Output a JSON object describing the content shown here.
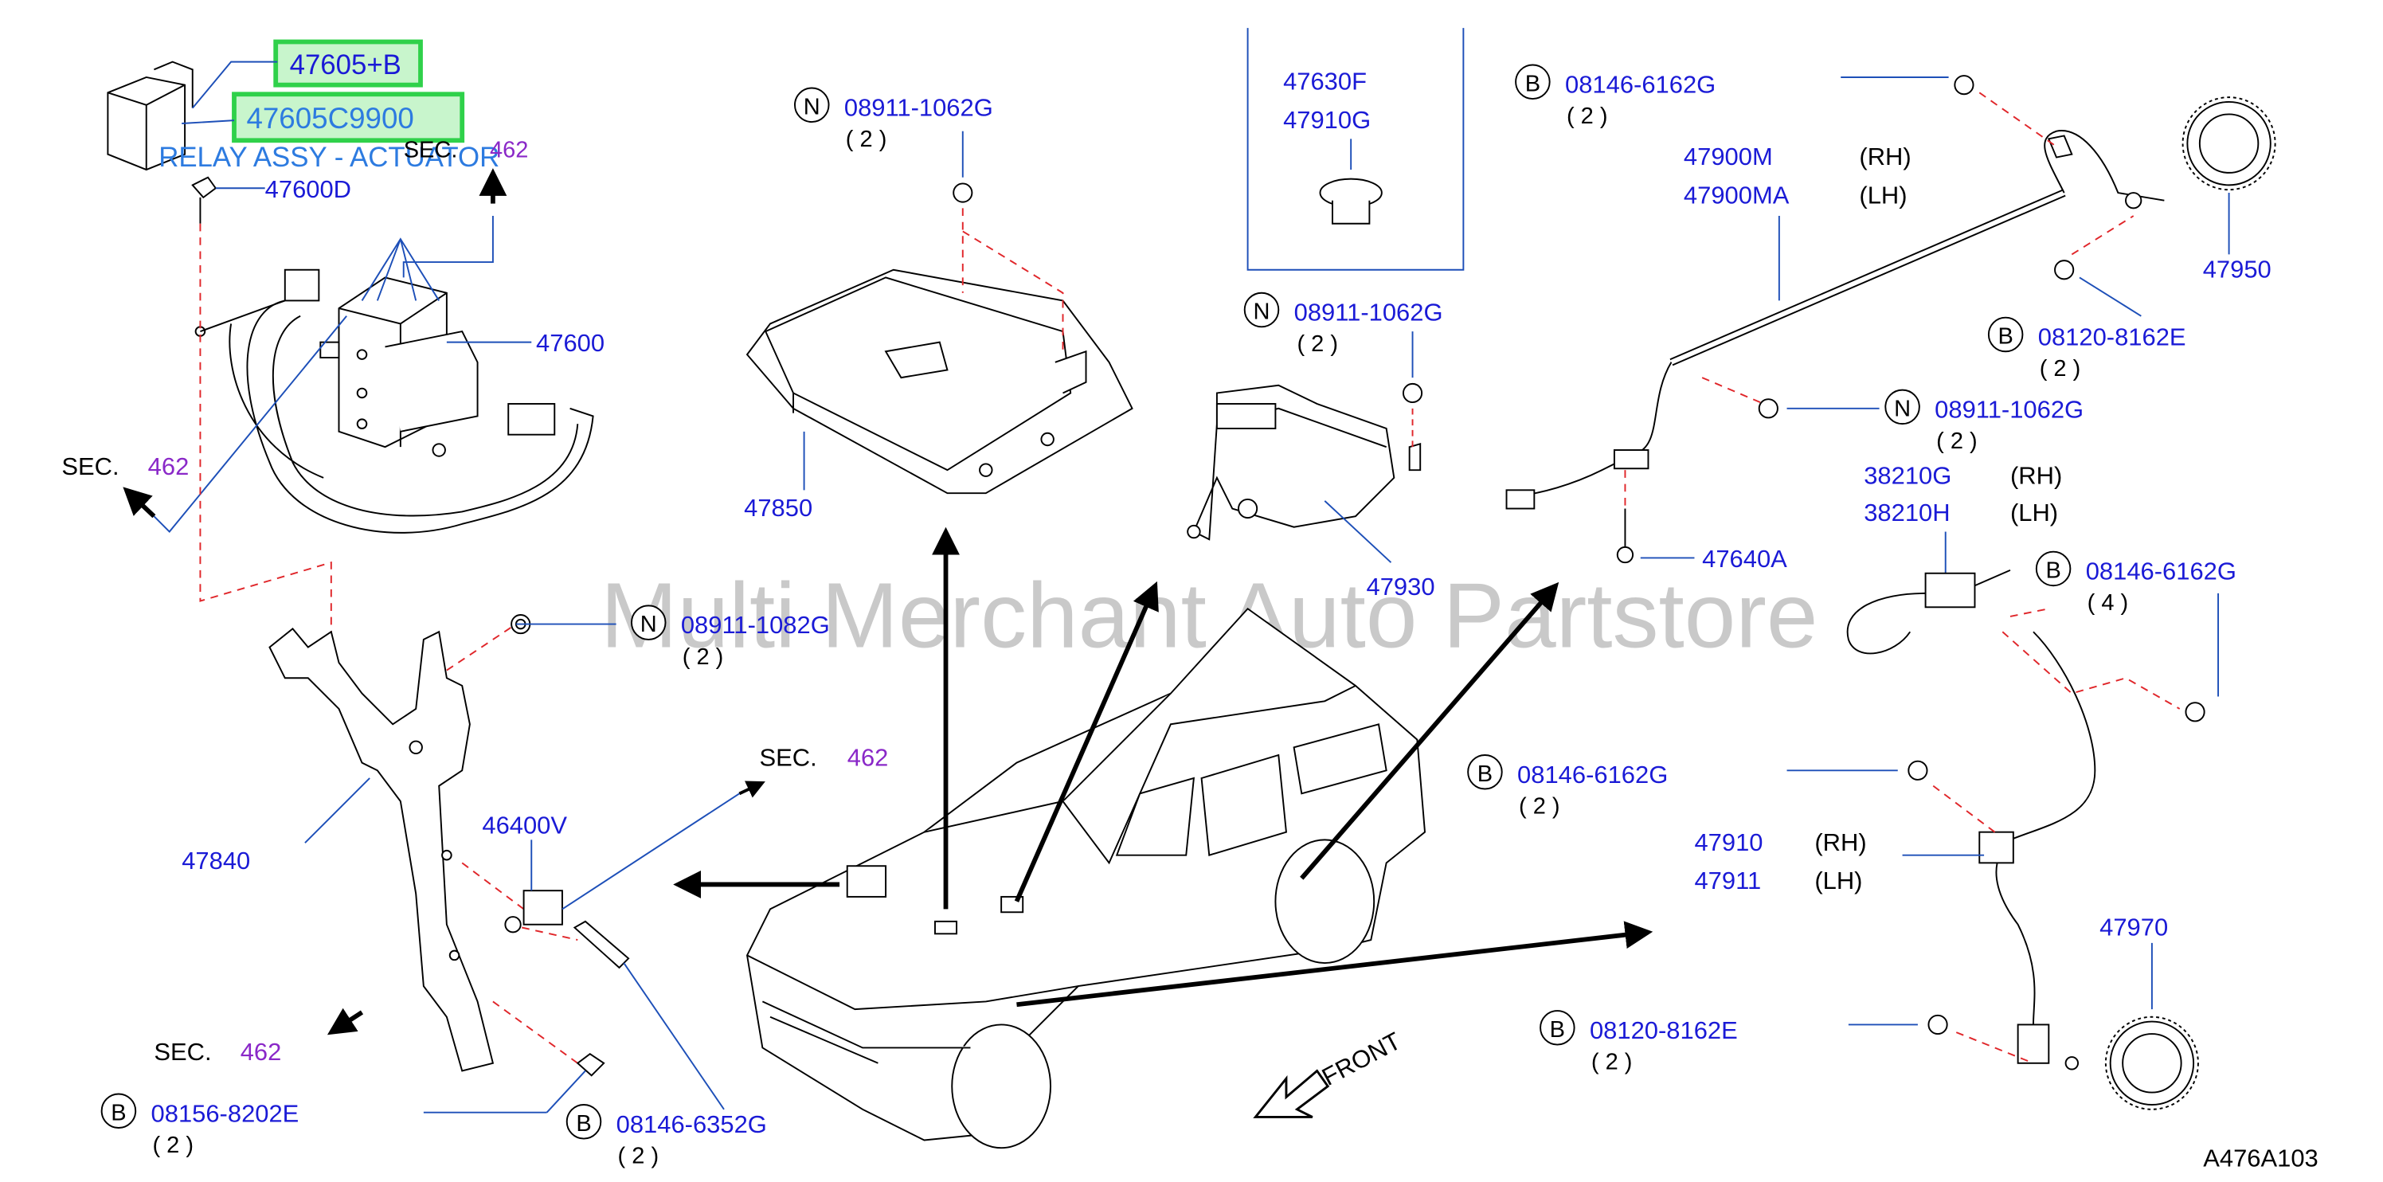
{
  "colors": {
    "part_number": "#1a1ad6",
    "section_ref": "#8a28c8",
    "line": "#000000",
    "leader": "#1d4fb8",
    "dash": "#e0262a",
    "highlight_border": "#2fd14a",
    "highlight_fill": "#c8f5cc",
    "overlay_text": "#2d7be0",
    "watermark": "#b8b8b8"
  },
  "watermark": "Multi Merchant Auto Partstore",
  "diagram_code": "A476A103",
  "front_label": "FRONT",
  "sec_word": "SEC.",
  "sec_number": "462",
  "highlights": {
    "part_a": "47605+B",
    "part_b": "47605C9900",
    "caption": "RELAY ASSY - ACTUATOR"
  },
  "callouts": {
    "p47600D": "47600D",
    "p47600": "47600",
    "p47840": "47840",
    "p46400V": "46400V",
    "p47850": "47850",
    "p47630F": "47630F",
    "p47910G": "47910G",
    "p47930": "47930",
    "p47900M": "47900M",
    "p47900MA": "47900MA",
    "p47950": "47950",
    "p38210G": "38210G",
    "p38210H": "38210H",
    "p47640A": "47640A",
    "p47910": "47910",
    "p47911": "47911",
    "p47970": "47970",
    "rh": "(RH)",
    "lh": "(LH)"
  },
  "fasteners": [
    {
      "prefix": "N",
      "number": "08911-1062G",
      "qty": "( 2 )"
    },
    {
      "prefix": "N",
      "number": "08911-1062G",
      "qty": "( 2 )"
    },
    {
      "prefix": "N",
      "number": "08911-1082G",
      "qty": "( 2 )"
    },
    {
      "prefix": "N",
      "number": "08911-1062G",
      "qty": "( 2 )"
    },
    {
      "prefix": "B",
      "number": "08146-6162G",
      "qty": "( 2 )"
    },
    {
      "prefix": "B",
      "number": "08120-8162E",
      "qty": "( 2 )"
    },
    {
      "prefix": "B",
      "number": "08146-6162G",
      "qty": "( 4 )"
    },
    {
      "prefix": "B",
      "number": "08146-6162G",
      "qty": "( 2 )"
    },
    {
      "prefix": "B",
      "number": "08120-8162E",
      "qty": "( 2 )"
    },
    {
      "prefix": "B",
      "number": "08156-8202E",
      "qty": "( 2 )"
    },
    {
      "prefix": "B",
      "number": "08146-6352G",
      "qty": "( 2 )"
    }
  ]
}
